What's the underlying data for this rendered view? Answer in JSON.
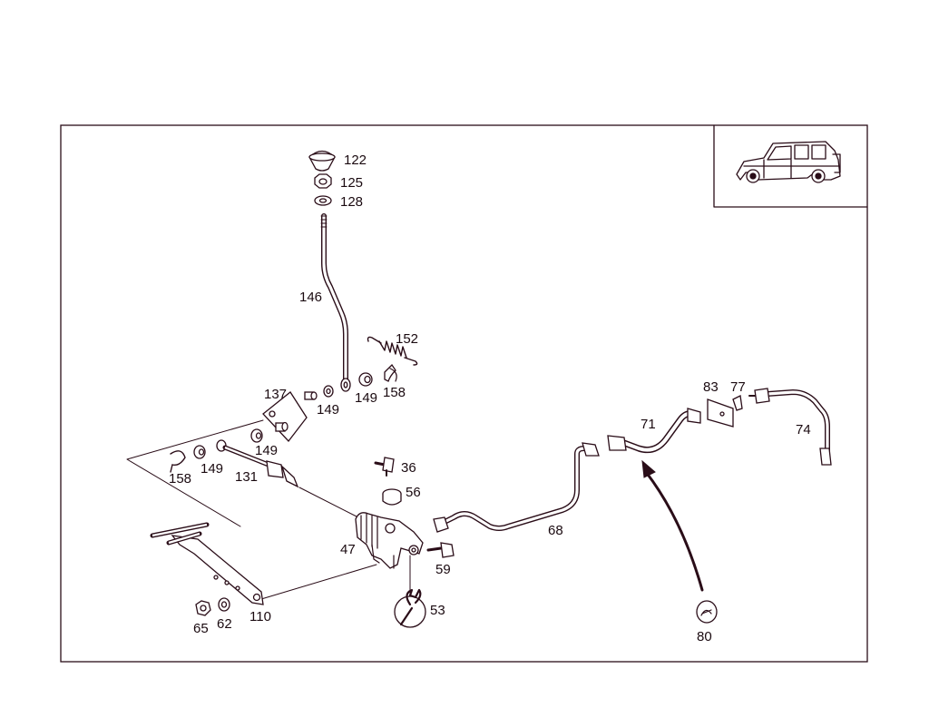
{
  "diagram": {
    "labels": {
      "p122": "122",
      "p125": "125",
      "p128": "128",
      "p146": "146",
      "p152": "152",
      "p158a": "158",
      "p149a": "149",
      "p149b": "149",
      "p137": "137",
      "p149c": "149",
      "p158b": "158",
      "p149d": "149",
      "p131": "131",
      "p36": "36",
      "p56": "56",
      "p47": "47",
      "p59": "59",
      "p53": "53",
      "p110": "110",
      "p65": "65",
      "p62": "62",
      "p68": "68",
      "p71": "71",
      "p83": "83",
      "p77": "77",
      "p74": "74",
      "p80": "80"
    },
    "vehicle_thumbnail": "suv-icon"
  }
}
